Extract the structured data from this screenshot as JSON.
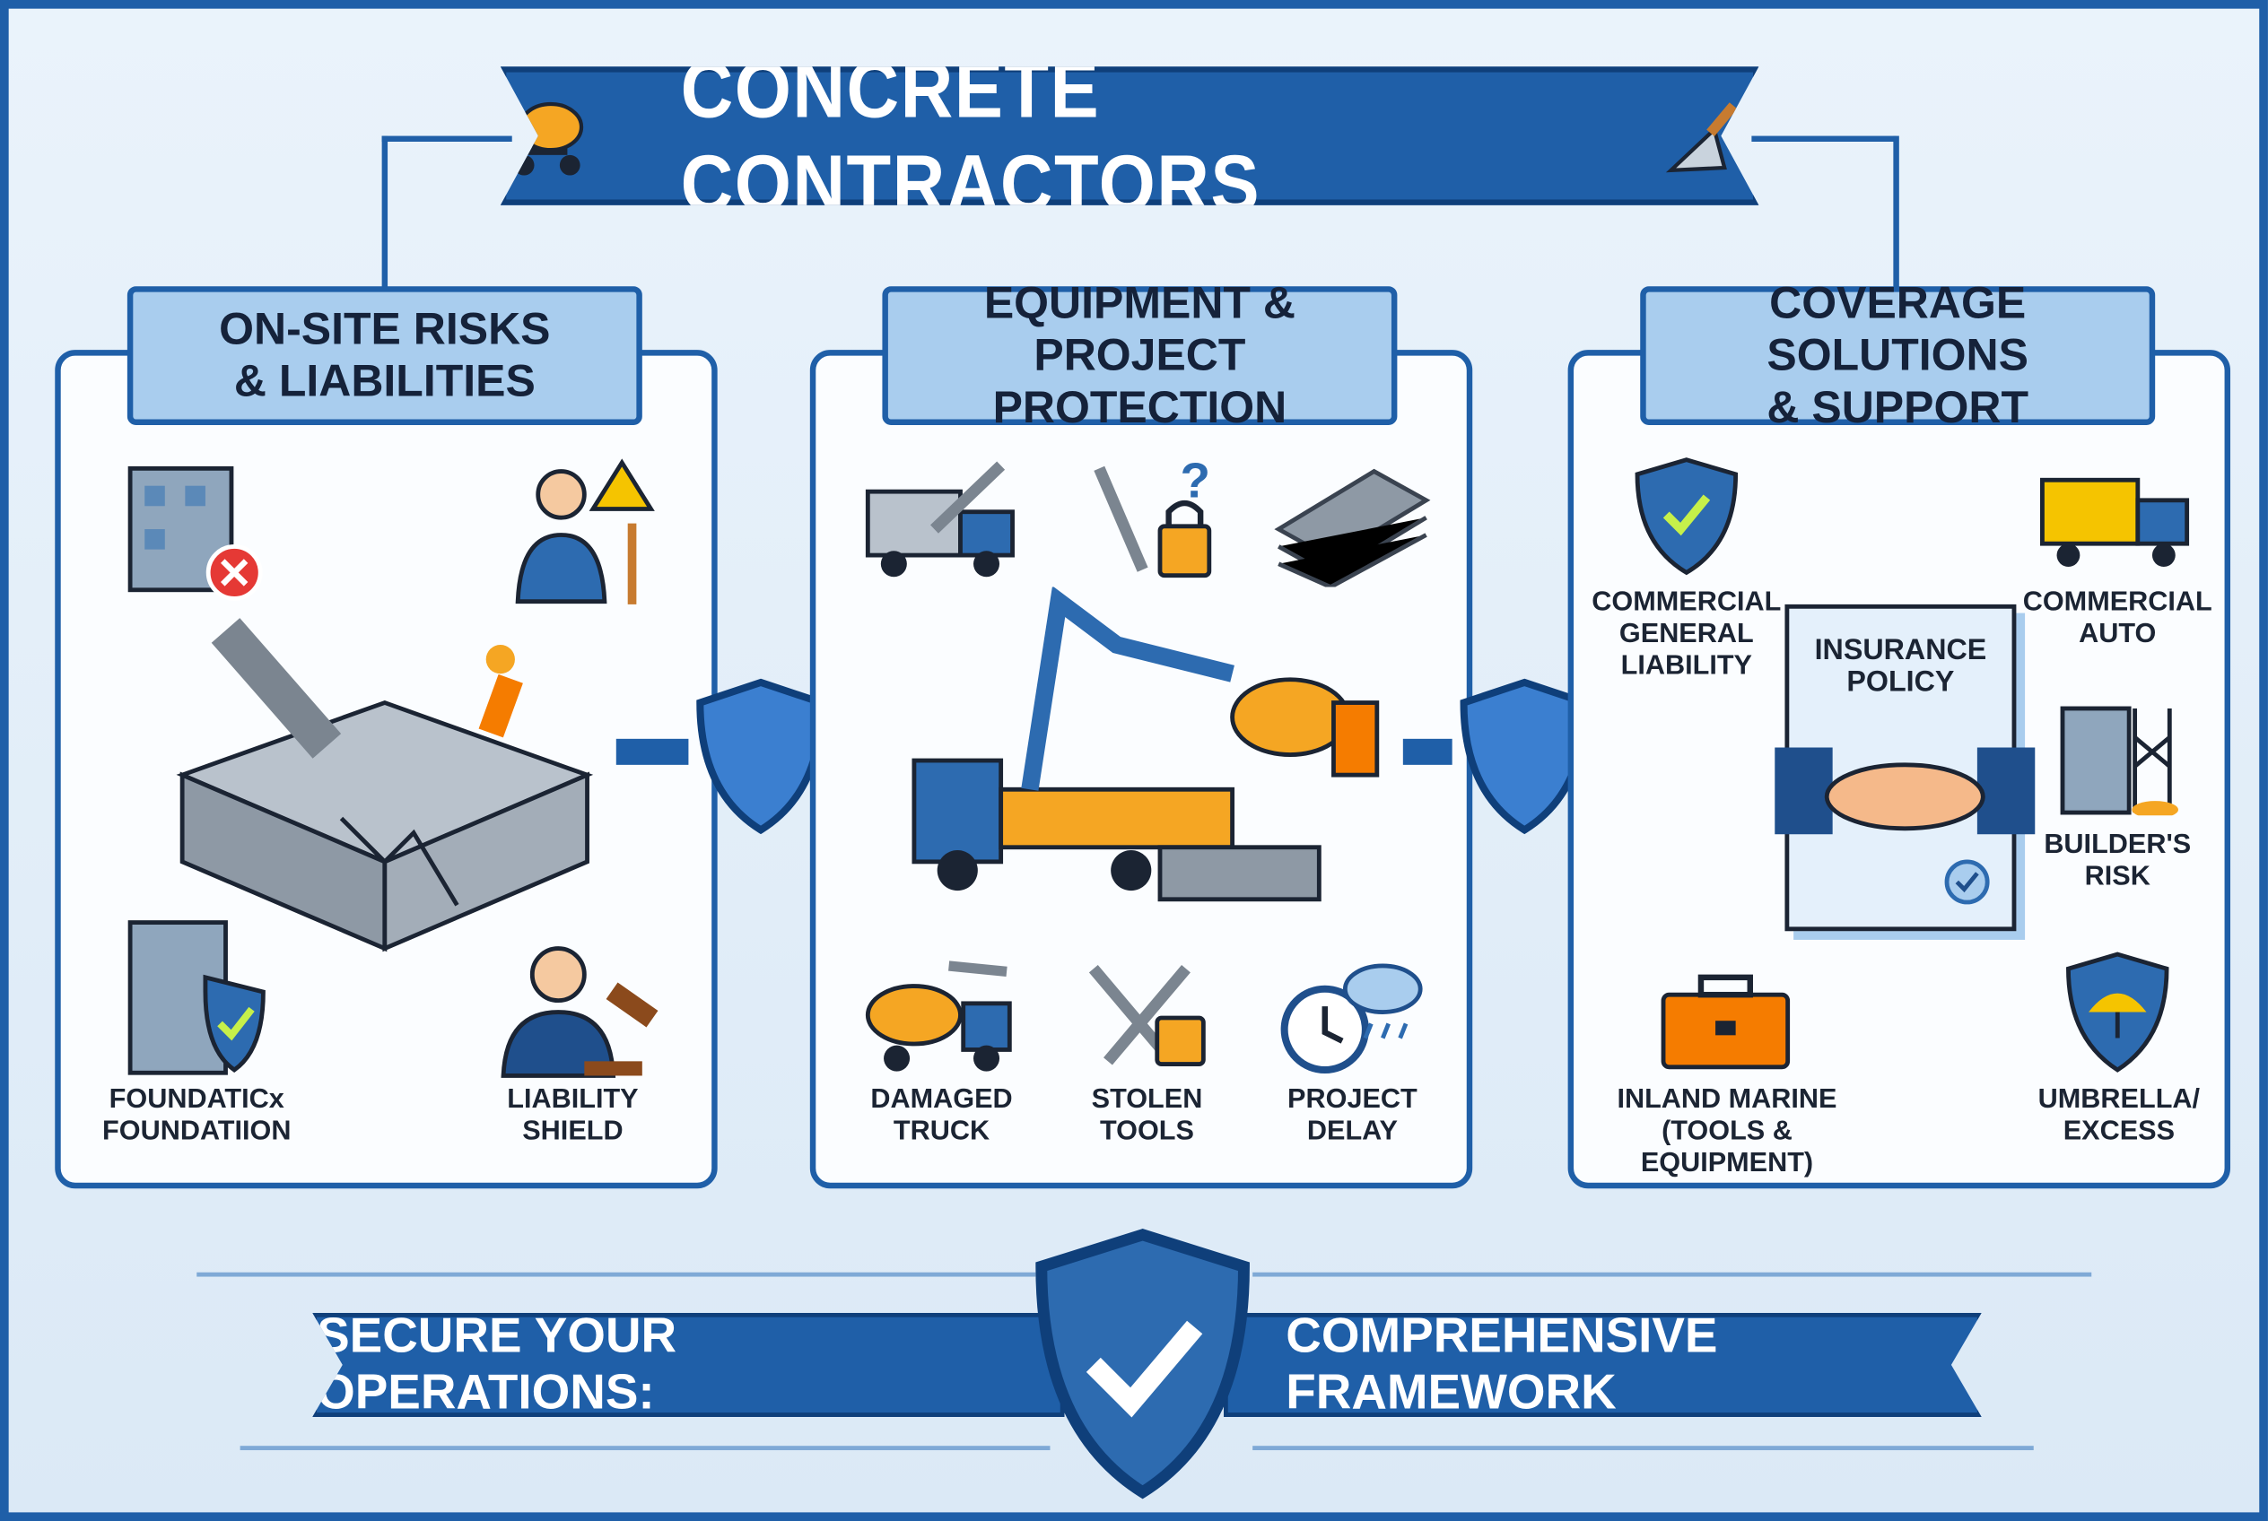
{
  "title": "CONCRETE CONTRACTORS",
  "colors": {
    "primary": "#1f5fa8",
    "header_fill": "#a9cdee",
    "accent_orange": "#f5a623",
    "danger": "#e53935"
  },
  "panels": [
    {
      "heading": "ON-SITE RISKS\n& LIABILITIES",
      "items": [
        {
          "icon": "cracked-building-icon",
          "label": ""
        },
        {
          "icon": "injured-worker-icon",
          "label": ""
        },
        {
          "icon": "cracked-slab-fall-icon",
          "label": ""
        },
        {
          "icon": "building-shield-icon",
          "label": "FOUNDATICx\nFOUNDATIION"
        },
        {
          "icon": "lawyer-gavel-icon",
          "label": "LIABILITY\nSHIELD"
        }
      ]
    },
    {
      "heading": "EQUIPMENT &\nPROJECT PROTECTION",
      "items": [
        {
          "icon": "damaged-truck-wrench-icon",
          "label": ""
        },
        {
          "icon": "wrench-lock-question-icon",
          "label": ""
        },
        {
          "icon": "rebar-stack-icon",
          "label": ""
        },
        {
          "icon": "concrete-pump-truck-icon",
          "label": ""
        },
        {
          "icon": "mixer-truck-wrench-icon",
          "label": "DAMAGED\nTRUCK"
        },
        {
          "icon": "tools-lock-icon",
          "label": "STOLEN\nTOOLS"
        },
        {
          "icon": "clock-rain-icon",
          "label": "PROJECT\nDELAY"
        }
      ]
    },
    {
      "heading": "COVERAGE SOLUTIONS\n& SUPPORT",
      "items": [
        {
          "icon": "shield-check-icon",
          "label": "COMMERCIAL\nGENERAL\nLIABILITY"
        },
        {
          "icon": "truck-icon",
          "label": "COMMERCIAL\nAUTO"
        },
        {
          "icon": "building-scaffold-icon",
          "label": "BUILDER'S\nRISK"
        },
        {
          "icon": "toolbox-icon",
          "label": "INLAND MARINE\n(TOOLS & EQUIPMENT)"
        },
        {
          "icon": "shield-umbrella-icon",
          "label": "UMBRELLA/\nEXCESS"
        }
      ],
      "policy_label": "INSURANCE\nPOLICY"
    }
  ],
  "footer": {
    "left": "SECURE YOUR OPERATIONS:",
    "right": "COMPREHENSIVE FRAMEWORK"
  }
}
